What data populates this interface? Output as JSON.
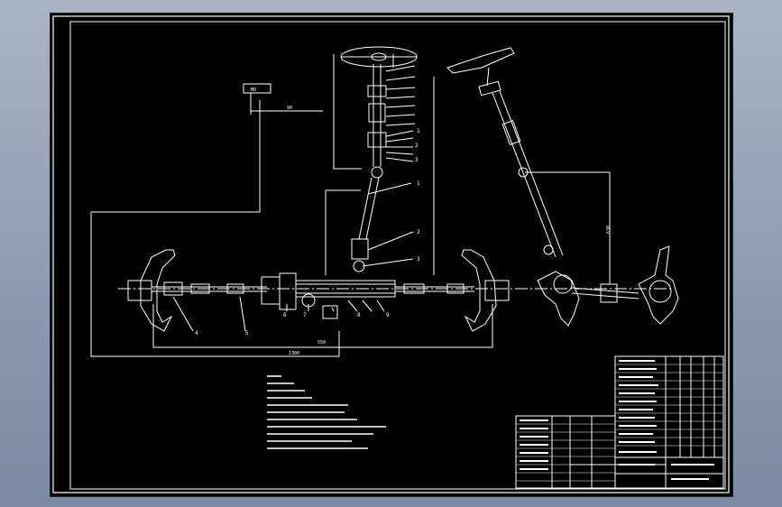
{
  "callouts": {
    "p1": "1",
    "p2": "2",
    "p3": "3",
    "p4": "4",
    "p5": "5",
    "p6": "6",
    "p7": "7",
    "p8": "8",
    "p9": "9",
    "u1": "1",
    "u2": "2",
    "u3": "3"
  },
  "dims": {
    "box": "MO",
    "d1": "90",
    "d2": "630",
    "d3": "550",
    "d4": "1300"
  },
  "colors": {
    "background": "#8e9bb2",
    "sheet": "#000000",
    "lines": "#ffffff"
  }
}
